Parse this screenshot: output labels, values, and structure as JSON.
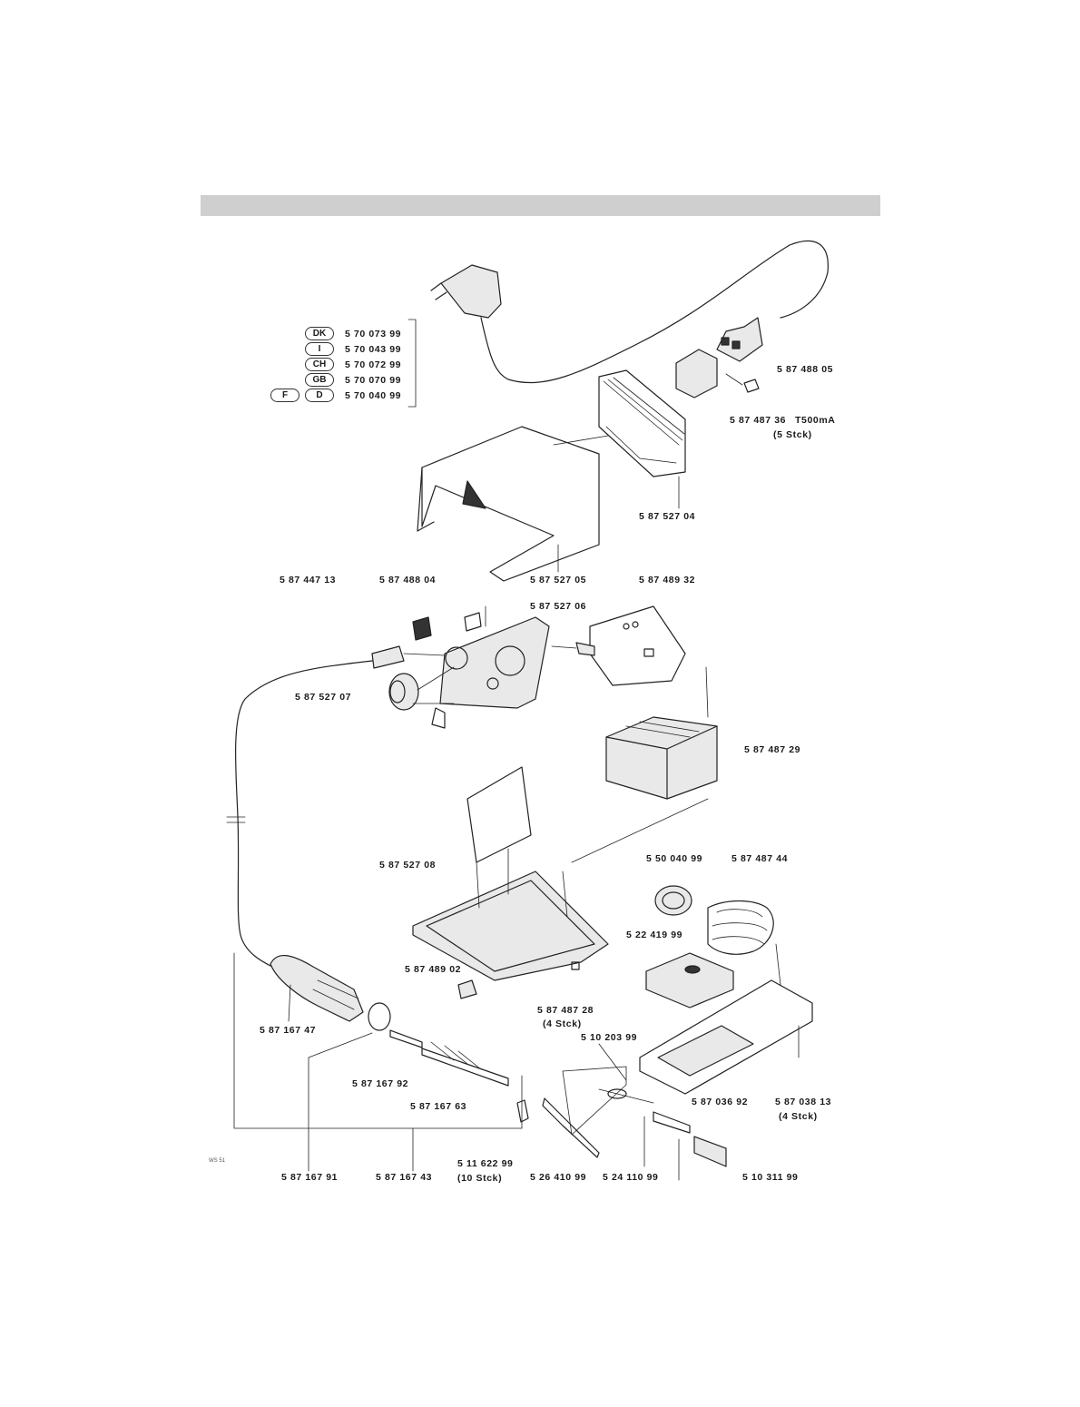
{
  "country_plugs": [
    {
      "code": "DK",
      "part": "5 70 073 99"
    },
    {
      "code": "I",
      "part": "5 70 043 99"
    },
    {
      "code": "CH",
      "part": "5 70 072 99"
    },
    {
      "code": "GB",
      "part": "5 70 070 99"
    },
    {
      "code": "D",
      "part": "5 70 040 99",
      "alt_code": "F"
    }
  ],
  "parts": {
    "cord_socket": "5 87 488 05",
    "fuse": "5 87 487 36",
    "fuse_rating": "T500mA",
    "fuse_qty": "(5 Stck)",
    "heatsink": "5 87 527 04",
    "housing": "5 87 527 05",
    "switch": "5 87 488 04",
    "front_panel": "5 87 527 06",
    "pcb": "5 87 489 32",
    "cable": "5 87 447 13",
    "socket": "5 87 527 07",
    "transformer": "5 87 487 29",
    "base_frame": "5 87 527 08",
    "sponge_cup": "5 50 040 99",
    "spiral": "5 87 487 44",
    "sponge": "5 22 419 99",
    "clip": "5 87 489 02",
    "foot": "5 87 487 28",
    "foot_qty": "(4 Stck)",
    "tip_holder": "5 10 203 99",
    "handle": "5 87 167 47",
    "nut": "5 87 167 92",
    "heater": "5 87 167 63",
    "stand": "5 87 036 92",
    "stand_foot": "5 87 038 13",
    "stand_foot_qty": "(4 Stck)",
    "grip_ring": "5 87 167 91",
    "iron_complete": "5 87 167 43",
    "spring": "5 11 622 99",
    "spring_qty": "(10 Stck)",
    "tip_a": "5 26 410 99",
    "tip_b": "5 24 110 99",
    "tip_c": "5 10 311 99"
  },
  "footnote": "WS 51"
}
